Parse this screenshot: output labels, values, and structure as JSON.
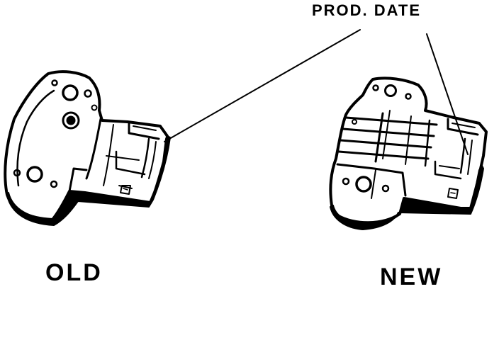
{
  "callout": {
    "text": "PROD. DATE"
  },
  "parts": {
    "old": {
      "label": "OLD",
      "icon": "old-sensor-housing"
    },
    "new": {
      "label": "NEW",
      "icon": "new-sensor-housing"
    }
  },
  "colors": {
    "ink": "#000000",
    "paper": "#ffffff"
  }
}
